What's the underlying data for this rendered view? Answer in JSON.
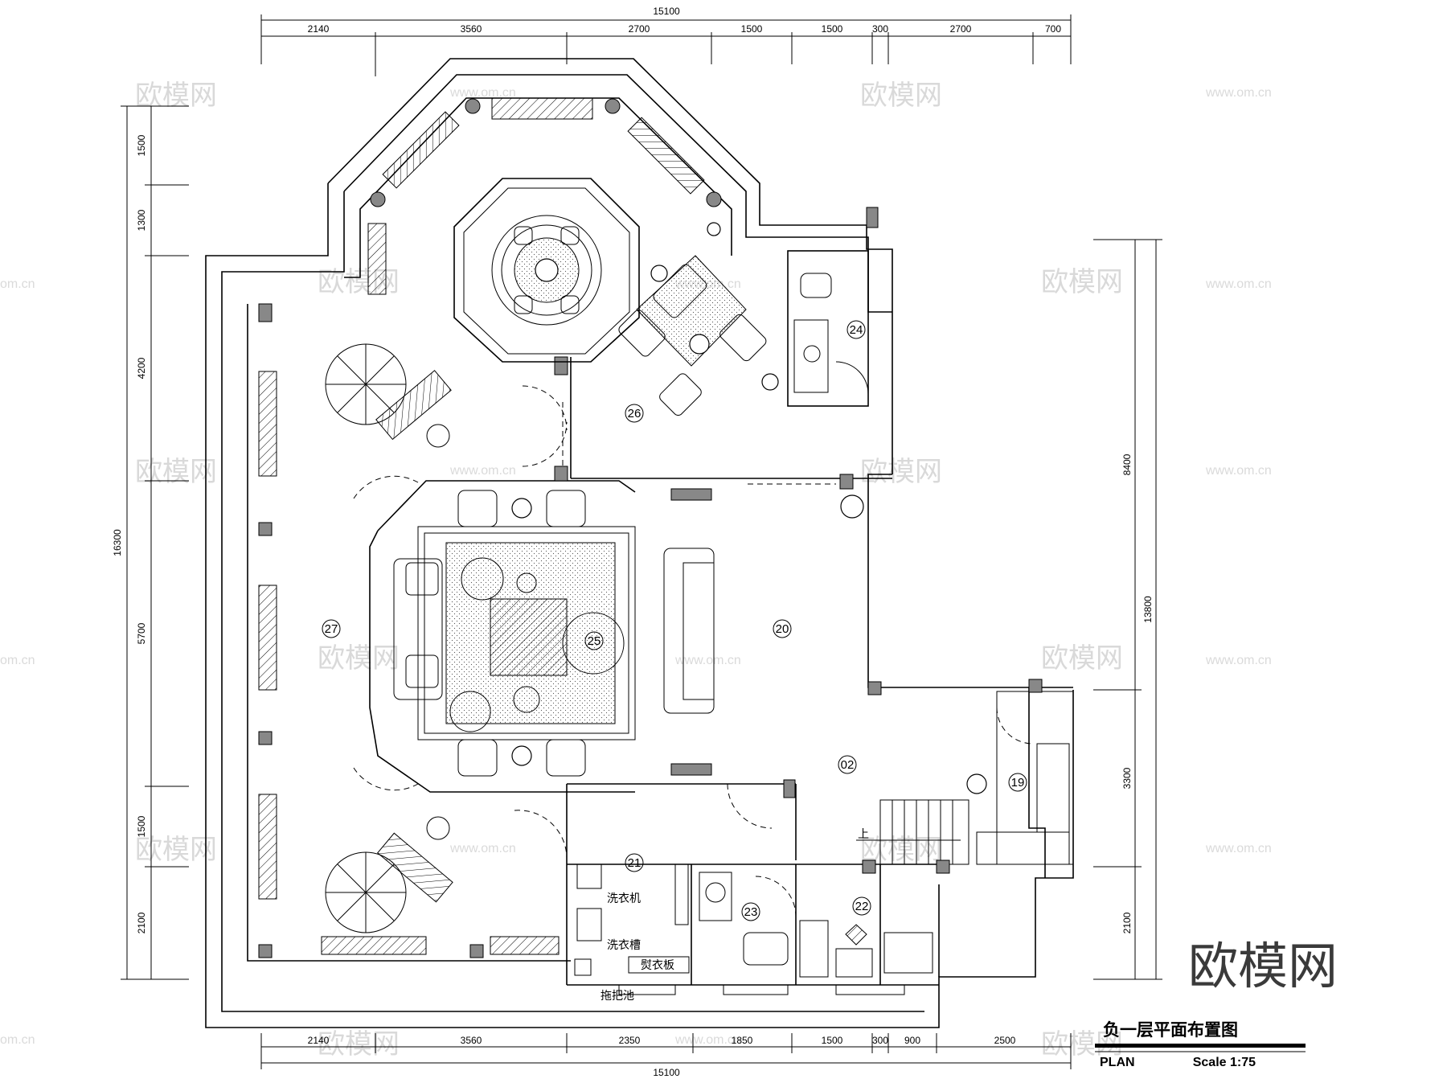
{
  "dimensions": {
    "top_total": "15100",
    "top_segments": [
      "2140",
      "3560",
      "2700",
      "1500",
      "1500",
      "300",
      "2700",
      "700"
    ],
    "bottom_total": "15100",
    "bottom_segments": [
      "2140",
      "3560",
      "2350",
      "1850",
      "1500",
      "300",
      "900",
      "2500"
    ],
    "left_total": "16300",
    "left_segments": [
      "1500",
      "1300",
      "4200",
      "5700",
      "1500",
      "2100"
    ],
    "right_segments": [
      "8400",
      "13800",
      "3300",
      "2100"
    ]
  },
  "rooms": {
    "r02": "02",
    "r19": "19",
    "r20": "20",
    "r21": "21",
    "r22": "22",
    "r23": "23",
    "r24": "24",
    "r25": "25",
    "r26": "26",
    "r27": "27"
  },
  "labels": {
    "washer": "洗衣机",
    "laundry_sink": "洗衣槽",
    "ironing_board": "熨衣板",
    "mop_sink": "拖把池",
    "stair_up": "上"
  },
  "title_block": {
    "title": "负一层平面布置图",
    "plan": "PLAN",
    "scale": "Scale 1:75"
  },
  "watermark": {
    "brand": "欧模网",
    "url": "www.om.cn",
    "url_partial": "om.cn"
  }
}
